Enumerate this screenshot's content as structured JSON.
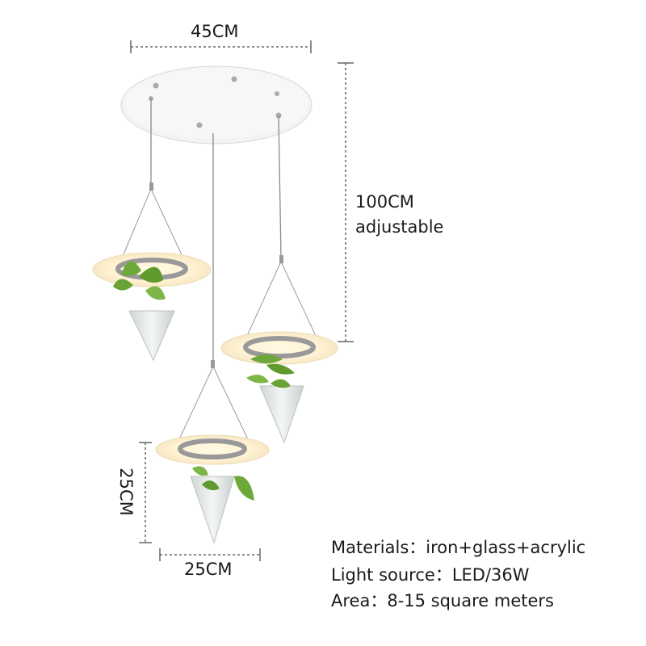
{
  "dimensions": {
    "canopy_width": "45CM",
    "drop_length": "100CM",
    "drop_note": "adjustable",
    "shade_height": "25CM",
    "shade_width": "25CM"
  },
  "specs": [
    {
      "label": "Materials：",
      "value": "iron+glass+acrylic"
    },
    {
      "label": "Light source：",
      "value": "LED/36W"
    },
    {
      "label": "Area：",
      "value": "8-15 square meters"
    }
  ],
  "colors": {
    "canopy": "#f2f2f2",
    "led_glow": "#fff6dd",
    "plant_leaf": "#6fa83a",
    "glass": "#e6ecea",
    "dimension_line": "#666666"
  }
}
